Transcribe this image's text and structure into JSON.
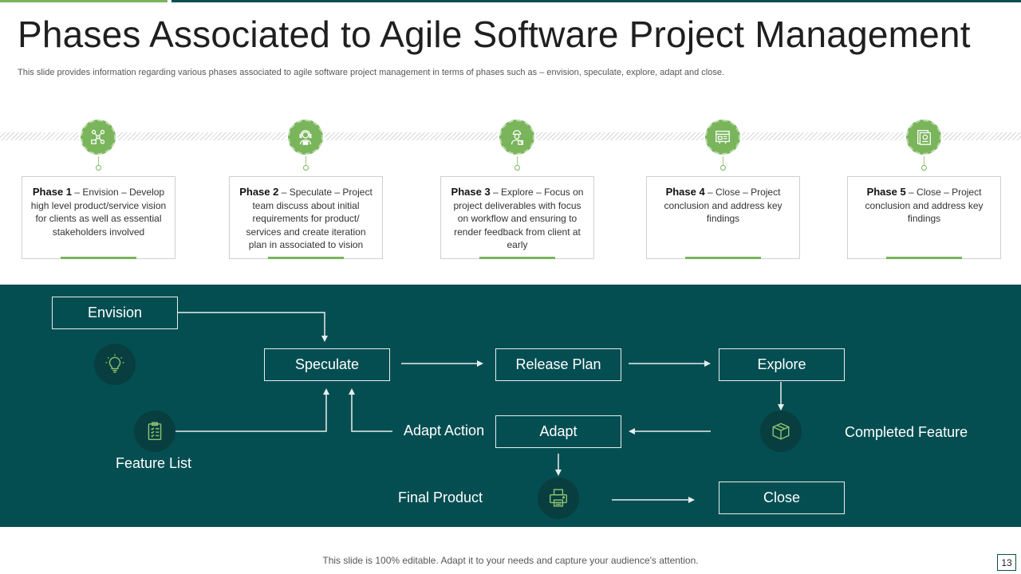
{
  "header": {
    "title": "Phases Associated to Agile Software Project Management",
    "subtitle": "This slide provides information regarding various phases associated to agile software project management in terms of phases such as – envision, speculate, explore, adapt and close."
  },
  "phases": [
    {
      "name": "Phase 1",
      "text": " – Envision – Develop high level product/service vision for clients as well as essential stakeholders involved",
      "icon": "people-network-icon"
    },
    {
      "name": "Phase 2",
      "text": " – Speculate – Project team discuss about initial requirements for product/ services and create iteration plan in associated to vision",
      "icon": "support-agent-icon"
    },
    {
      "name": "Phase 3",
      "text": " – Explore – Focus on project deliverables with focus on workflow and ensuring to render feedback from client at early",
      "icon": "worker-icon"
    },
    {
      "name": "Phase 4",
      "text": " – Close – Project conclusion and address key findings",
      "icon": "report-board-icon"
    },
    {
      "name": "Phase 5",
      "text": " – Close – Project conclusion and address key findings",
      "icon": "certificate-icon"
    }
  ],
  "flow": {
    "envision": "Envision",
    "speculate": "Speculate",
    "release_plan": "Release Plan",
    "explore": "Explore",
    "adapt": "Adapt",
    "close": "Close",
    "adapt_action": "Adapt Action",
    "feature_list": "Feature List",
    "completed_feature": "Completed Feature",
    "final_product": "Final Product",
    "icons": [
      "lightbulb-icon",
      "clipboard-list-icon",
      "box-icon",
      "printer-icon"
    ]
  },
  "footer": {
    "note": "This slide is 100% editable. Adapt it to your needs and capture your audience's attention.",
    "page_number": "13"
  },
  "colors": {
    "accent_green": "#7ab55c",
    "teal": "#044e52"
  }
}
